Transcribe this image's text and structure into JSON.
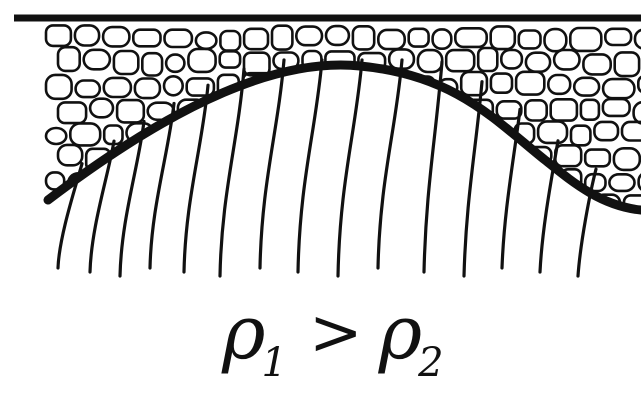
{
  "diagram": {
    "relation": {
      "left_symbol": "ρ",
      "left_subscript": "1",
      "operator": ">",
      "right_symbol": "ρ",
      "right_subscript": "2"
    },
    "colors": {
      "ink": "#111111",
      "background": "#ffffff"
    },
    "regions": {
      "upper": "equiaxed-cell-grains",
      "lower": "columnar-fibres"
    }
  }
}
